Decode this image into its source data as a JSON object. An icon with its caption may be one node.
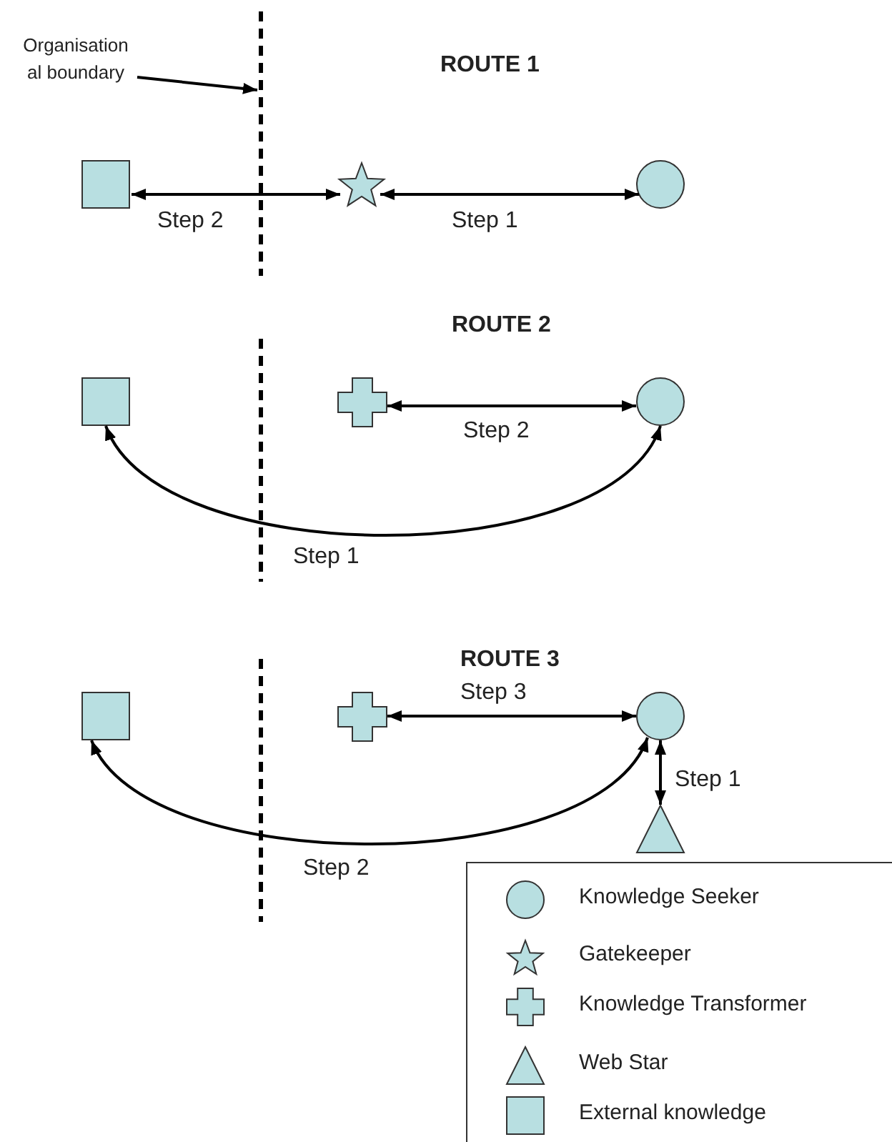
{
  "diagram": {
    "nodes": [
      {
        "text": [
          "Organisation al boundary"
        ]
      },
      {
        "text": [],
        "shape": "line"
      },
      {
        "text": [],
        "shape": "box"
      },
      {
        "text": [],
        "shape": "star"
      },
      {
        "text": [],
        "shape": "circle"
      },
      {
        "text": [],
        "shape": "box"
      },
      {
        "text": [],
        "shape": "cross"
      },
      {
        "text": [],
        "shape": "circle"
      },
      {
        "text": [],
        "shape": "box"
      },
      {
        "text": [],
        "shape": "cross"
      },
      {
        "text": [],
        "shape": "circle"
      },
      {
        "text": [],
        "shape": "triangle"
      }
    ],
    "edges": [
      {
        "from": 0,
        "to": 1,
        "arrow": "to"
      },
      {
        "from": 2,
        "to": 3,
        "arrow": "both",
        "label": "Step 2"
      },
      {
        "from": 3,
        "to": 4,
        "arrow": "both",
        "label": "Step 1"
      },
      {
        "from": 7,
        "to": 5,
        "arrow": "both",
        "label": "Step 1"
      },
      {
        "from": 6,
        "to": 7,
        "arrow": "both",
        "label": "Step 2"
      },
      {
        "from": 9,
        "to": 10,
        "arrow": "both",
        "label": "Step 3"
      },
      {
        "from": 10,
        "to": 11,
        "arrow": "both",
        "label": "Step 1"
      },
      {
        "from": 10,
        "to": 8,
        "arrow": "both",
        "label": "Step 2"
      }
    ],
    "labels": [
      "ROUTE 1",
      "ROUTE 2",
      "ROUTE 3"
    ],
    "legend": [
      {
        "text": "Knowledge Seeker"
      },
      {
        "text": "Gatekeeper"
      },
      {
        "text": "Knowledge Transformer"
      },
      {
        "text": "Web Star"
      },
      {
        "text": "External knowledge"
      }
    ]
  }
}
